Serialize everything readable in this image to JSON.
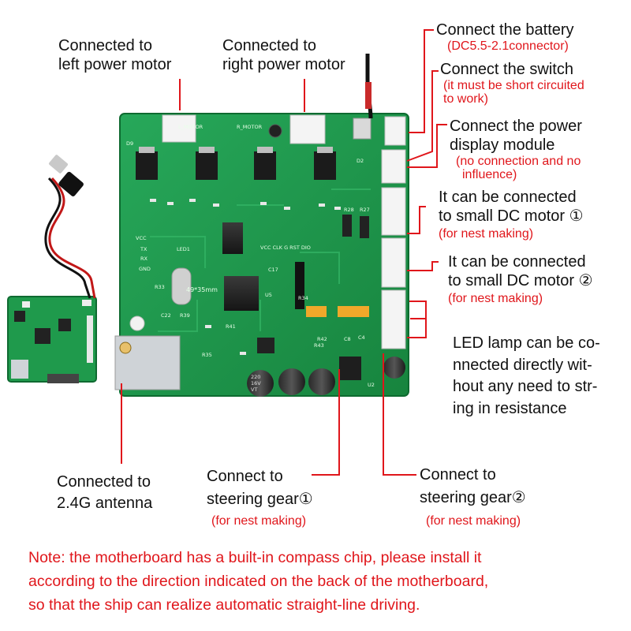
{
  "labels": {
    "left_motor": [
      "Connected to",
      "left power motor"
    ],
    "right_motor": [
      "Connected to",
      "right power motor"
    ],
    "battery": {
      "title": "Connect the battery",
      "sub": [
        "(DC5.5-2.1connector)"
      ]
    },
    "switch": {
      "title": "Connect the switch",
      "sub": [
        "(it must be short circuited",
        "to work)"
      ]
    },
    "power_display": {
      "title": [
        "Connect the power",
        "display module"
      ],
      "sub": [
        "(no connection and no",
        "influence)"
      ]
    },
    "dc_motor_1": {
      "title": [
        "It can be connected",
        "to small DC motor ①"
      ],
      "sub": [
        "(for nest making)"
      ]
    },
    "dc_motor_2": {
      "title": [
        "It can be connected",
        "to small DC motor ②"
      ],
      "sub": [
        "(for nest making)"
      ]
    },
    "led": [
      "LED lamp can be co-",
      "nnected directly wit-",
      "hout any need to str-",
      "ing in resistance"
    ],
    "antenna": [
      "Connected to",
      "2.4G antenna"
    ],
    "steering_1": {
      "title": [
        "Connect to",
        "steering gear①"
      ],
      "sub": [
        "(for nest making)"
      ]
    },
    "steering_2": {
      "title": [
        "Connect to",
        "steering gear②"
      ],
      "sub": [
        "(for nest making)"
      ]
    }
  },
  "board": {
    "silk_labels": [
      "L_MOTOR",
      "R_MOTOR",
      "49*35mm",
      "VCC CLK G RST DIO",
      "LED1",
      "VCC",
      "TX",
      "RX",
      "GND",
      "R34",
      "R43",
      "R28",
      "R27",
      "C17",
      "U5",
      "U2",
      "D2",
      "D9",
      "R33",
      "C22",
      "R39",
      "R41",
      "R42",
      "C8",
      "R35",
      "C4"
    ],
    "capacitor_text": [
      "220",
      "16V",
      "VT"
    ]
  },
  "note": [
    "Note: the motherboard has a built-in compass chip, please install it",
    "according to the direction indicated on the back of the motherboard,",
    "so that the ship can realize automatic straight-line driving."
  ],
  "colors": {
    "annotation_red": "#e0161b",
    "pcb_green": "#1f9a4c",
    "text_black": "#111111"
  }
}
